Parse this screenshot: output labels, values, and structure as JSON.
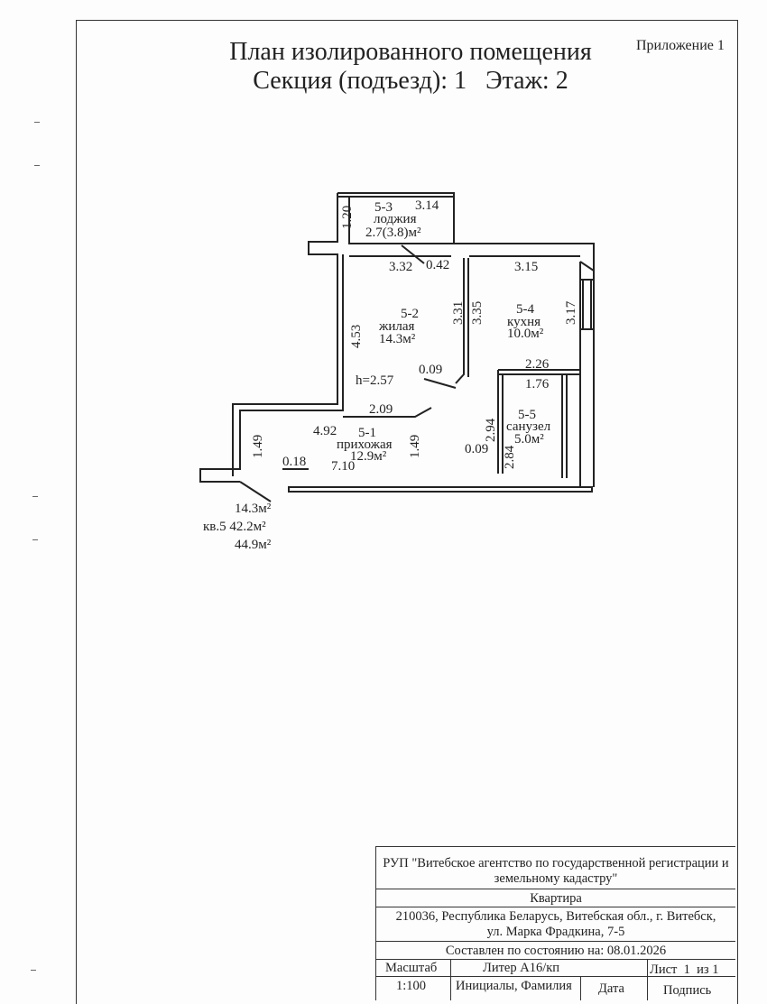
{
  "header": {
    "title_line1": "План изолированного помещения",
    "title_line2": "Секция (подъезд): 1   Этаж: 2",
    "appendix": "Приложение 1"
  },
  "plan": {
    "rooms": [
      {
        "id": "5-3",
        "name": "лоджия",
        "area": "2.7(3.8)м²"
      },
      {
        "id": "5-2",
        "name": "жилая",
        "area": "14.3м²"
      },
      {
        "id": "5-4",
        "name": "кухня",
        "area": "10.0м²"
      },
      {
        "id": "5-5",
        "name": "санузел",
        "area": "5.0м²"
      },
      {
        "id": "5-1",
        "name": "прихожая",
        "area": "12.9м²"
      }
    ],
    "dimensions": [
      "1.20",
      "3.14",
      "3.32",
      "0.42",
      "3.15",
      "3.31",
      "3.35",
      "3.17",
      "4.53",
      "0.09",
      "2.26",
      "1.76",
      "2.94",
      "0.09",
      "2.84",
      "2.09",
      "4.92",
      "1.49",
      "1.49",
      "0.18",
      "7.10"
    ],
    "height": "h=2.57",
    "totals": {
      "living": "14.3м²",
      "apartment": "кв.5 42.2м²",
      "total": "44.9м²"
    }
  },
  "stamp": {
    "org_line1": "РУП \"Витебское агентство по государственной регистрации и",
    "org_line2": "земельному кадастру\"",
    "object": "Квартира",
    "address_line1": "210036, Республика Беларусь, Витебская обл., г. Витебск,",
    "address_line2": "ул. Марка Фрадкина, 7-5",
    "compiled": "Составлен по состоянию на: 08.01.2026",
    "scale_label": "Масштаб",
    "scale_value": "1:100",
    "liter": "Литер А16/кп",
    "sheet": "Лист  1  из 1",
    "initials": "Инициалы, Фамилия",
    "date": "Дата",
    "signature": "Подпись"
  }
}
